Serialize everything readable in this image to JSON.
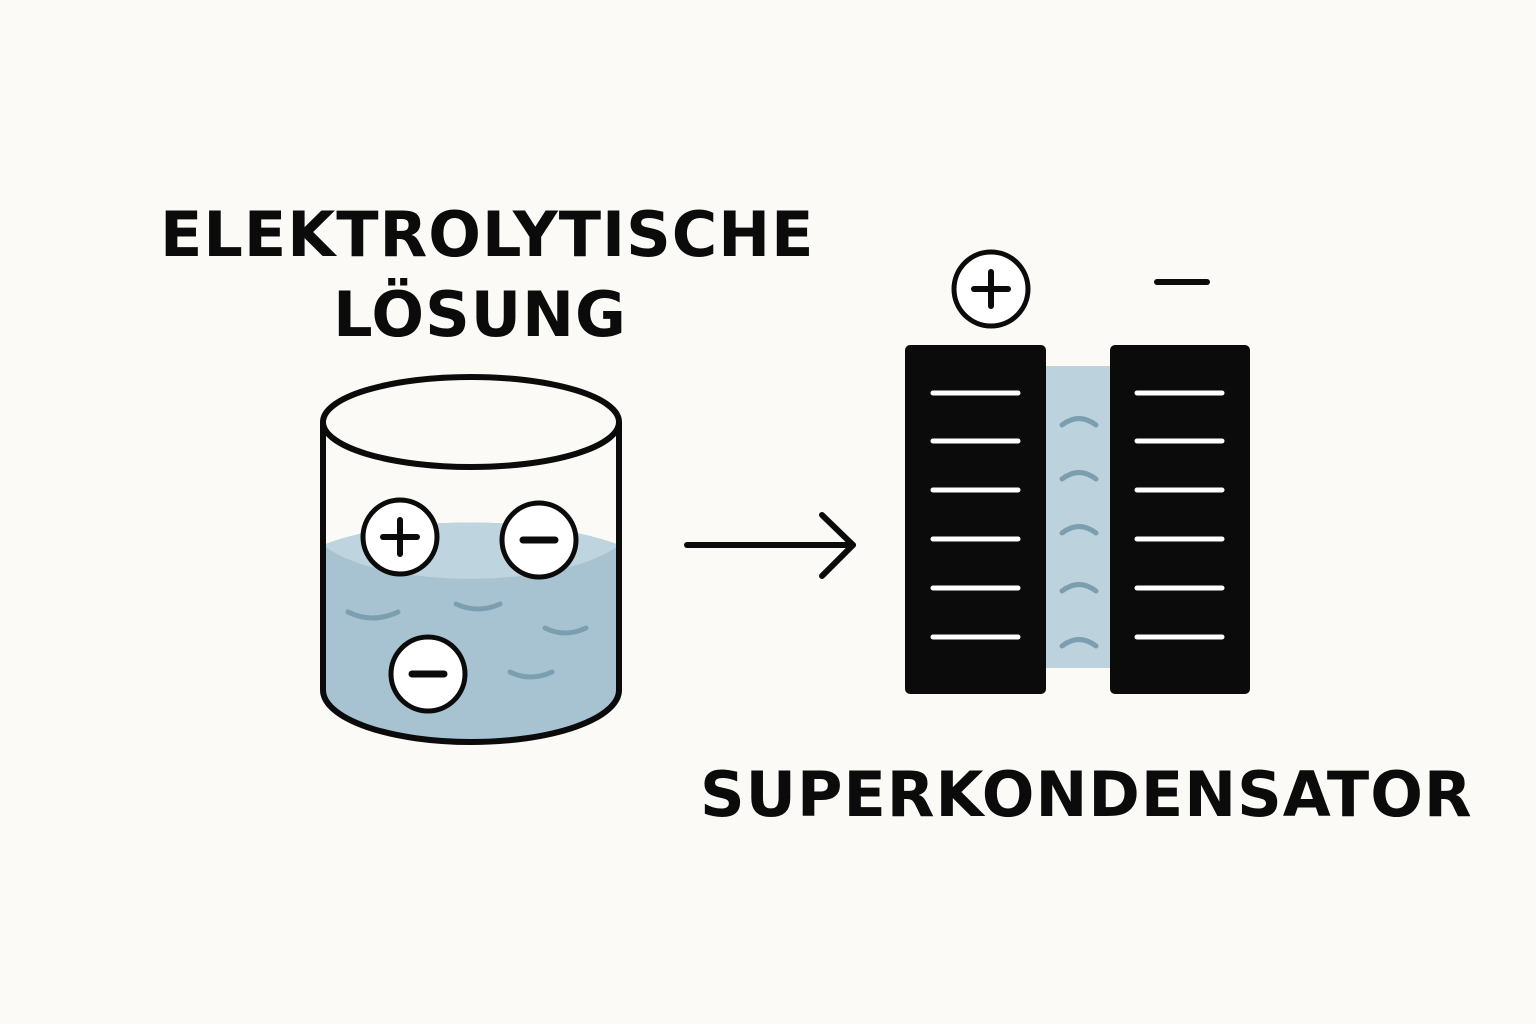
{
  "diagram": {
    "solution_title_line1": "ELEKTROLYTISCHE",
    "solution_title_line2": "LÖSUNG",
    "supercapacitor_title": "SUPERKONDENSATOR"
  },
  "colors": {
    "background": "#fbfaf6",
    "ink": "#0b0b0b",
    "electrolyte": "#a7c3d1",
    "electrolyte_surface": "#bed4de",
    "separator": "#bcd3de",
    "wave": "#7c9fb0",
    "electrode_line": "#ffffff"
  },
  "icons": {
    "positive_ion": "plus-circle-icon",
    "negative_ion": "minus-circle-icon",
    "arrow": "arrow-right-icon",
    "positive_terminal": "plus-circle-icon",
    "negative_terminal": "minus-icon"
  }
}
